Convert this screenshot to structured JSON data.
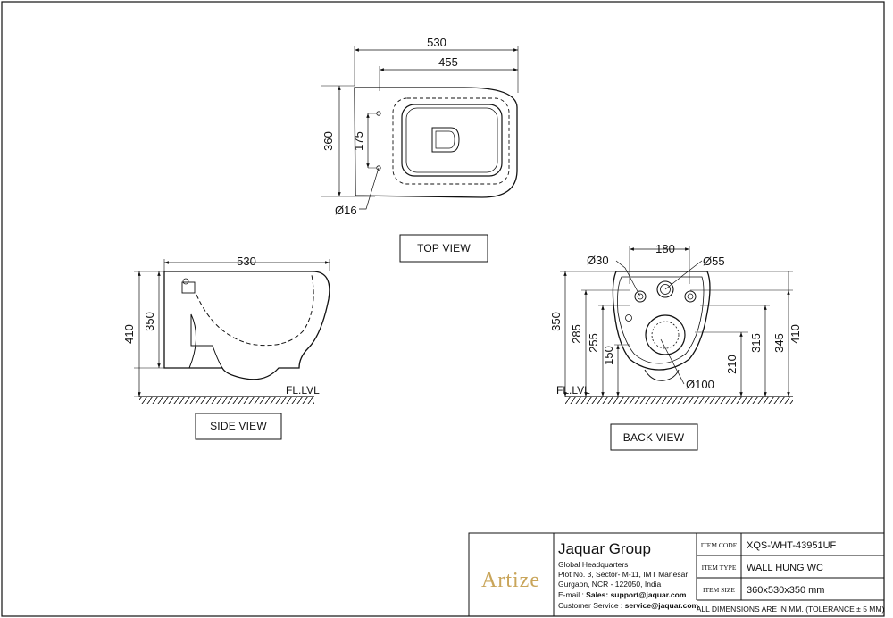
{
  "views": {
    "top": {
      "label": "TOP VIEW",
      "dims": {
        "overall_width": "530",
        "inner_width": "455",
        "depth": "360",
        "hole_spacing": "175",
        "hole_dia": "Ø16"
      }
    },
    "side": {
      "label": "SIDE VIEW",
      "dims": {
        "width": "530",
        "total_height": "410",
        "body_height": "350"
      },
      "floor": "FL.LVL"
    },
    "back": {
      "label": "BACK VIEW",
      "dims": {
        "bolt_spacing": "180",
        "inlet_dia": "Ø30",
        "water_dia": "Ø55",
        "outlet_dia": "Ø100",
        "h350": "350",
        "h285": "285",
        "h255": "255",
        "h150": "150",
        "h210": "210",
        "h315": "315",
        "h345": "345",
        "h410": "410"
      },
      "floor": "FL.LVL"
    }
  },
  "title_block": {
    "logo_text": "Artize",
    "company": "Jaquar Group",
    "address_lines": [
      "Global Headquarters",
      "Plot No. 3, Sector- M-11, IMT Manesar",
      "Gurgaon, NCR - 122050, India"
    ],
    "email_label": "E-mail : ",
    "email_value": "Sales: support@jaquar.com",
    "service_label": "Customer Service : ",
    "service_value": "service@jaquar.com",
    "rows": [
      {
        "label": "ITEM CODE",
        "value": "XQS-WHT-43951UF"
      },
      {
        "label": "ITEM TYPE",
        "value": "WALL HUNG WC"
      },
      {
        "label": "ITEM SIZE",
        "value": "360x530x350 mm"
      }
    ],
    "note": "ALL DIMENSIONS ARE IN MM. (TOLERANCE ± 5 MM)"
  },
  "colors": {
    "line": "#111111",
    "logo": "#c9a55a"
  }
}
